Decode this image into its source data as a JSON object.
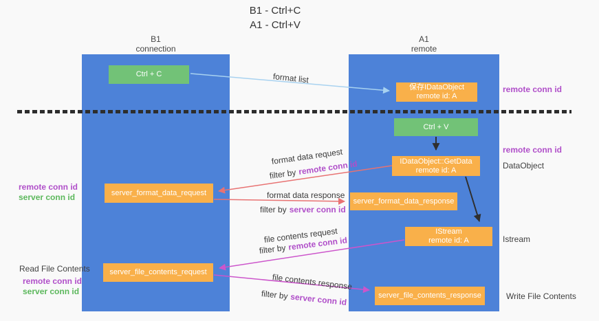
{
  "title": {
    "line1": "B1 - Ctrl+C",
    "line2": "A1 - Ctrl+V"
  },
  "lanes": {
    "left": {
      "name": "B1",
      "subtitle": "connection"
    },
    "right": {
      "name": "A1",
      "subtitle": "remote"
    }
  },
  "nodes": {
    "ctrl_c": {
      "label": "Ctrl + C"
    },
    "ctrl_v": {
      "label": "Ctrl + V"
    },
    "save_idataobject": {
      "line1": "保存IDataObject",
      "line2": "remote id: A"
    },
    "getdata": {
      "line1": "IDataObject::GetData",
      "line2": "remote id: A"
    },
    "istream": {
      "line1": "IStream",
      "line2": "remote id: A"
    },
    "server_format_data_request": {
      "label": "server_format_data_request"
    },
    "server_format_data_response": {
      "label": "server_format_data_response"
    },
    "server_file_contents_request": {
      "label": "server_file_contents_request"
    },
    "server_file_contents_response": {
      "label": "server_file_contents_response"
    }
  },
  "edge_labels": {
    "format_list": "format list",
    "format_data_request": "format data request",
    "format_data_response": "format data response",
    "file_contents_request": "file contents request",
    "file_contents_response": "file contents response",
    "filter_by": "filter by",
    "remote_conn_id": "remote conn id",
    "server_conn_id": "server conn id"
  },
  "side_labels": {
    "remote_conn_id": "remote conn id",
    "server_conn_id": "server conn id",
    "dataobject": "DataObject",
    "istream": "Istream",
    "read_file_contents": "Read File Contents",
    "write_file_contents": "Write File Contents"
  },
  "colors": {
    "lane_blue": "#4d82d8",
    "node_orange": "#f9b04a",
    "node_green": "#72c277",
    "accent_purple": "#b04fc9",
    "accent_green": "#5cb85c",
    "arrow_red": "#e87272",
    "arrow_magenta": "#cc55cb",
    "arrow_lightblue": "#a8d2f0",
    "arrow_black": "#2f2f2f",
    "background": "#f9f9f9"
  }
}
